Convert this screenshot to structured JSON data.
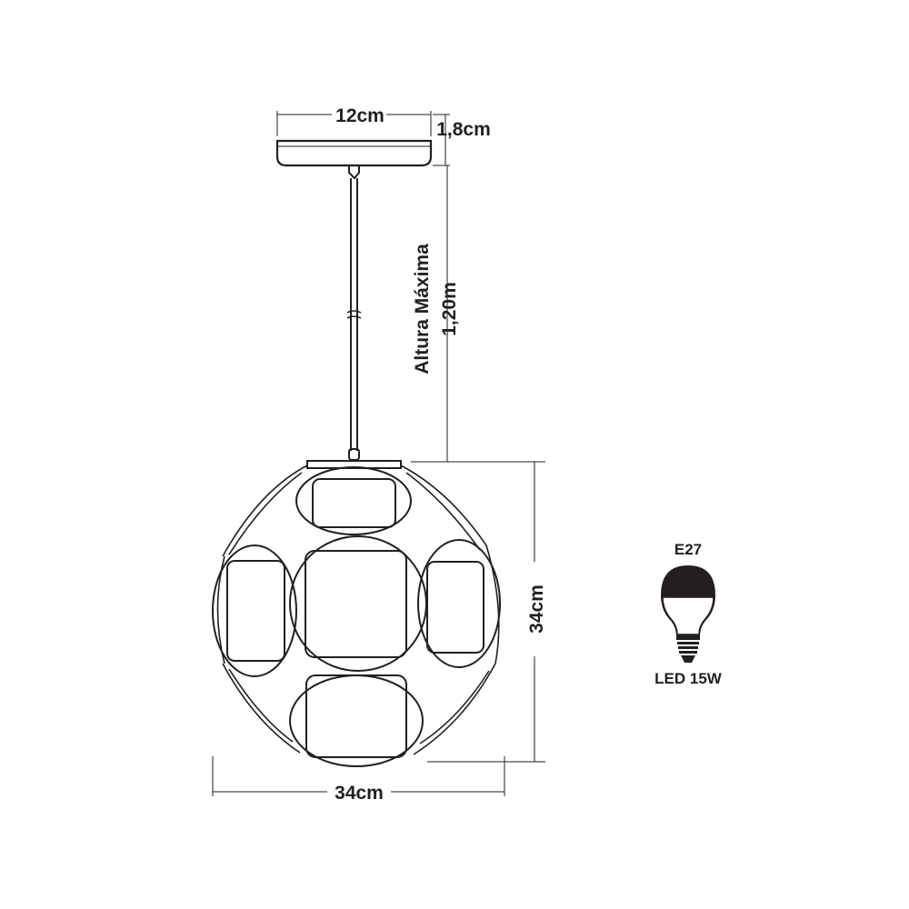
{
  "dimensions": {
    "canopy_width": "12cm",
    "canopy_height": "1,8cm",
    "max_height_label": "Altura Máxima",
    "max_height_value": "1,20m",
    "shade_height": "34cm",
    "shade_width": "34cm"
  },
  "bulb": {
    "socket": "E27",
    "spec": "LED 15W",
    "icon": "led-bulb-icon"
  },
  "colors": {
    "line": "#231f20",
    "background": "#ffffff"
  }
}
